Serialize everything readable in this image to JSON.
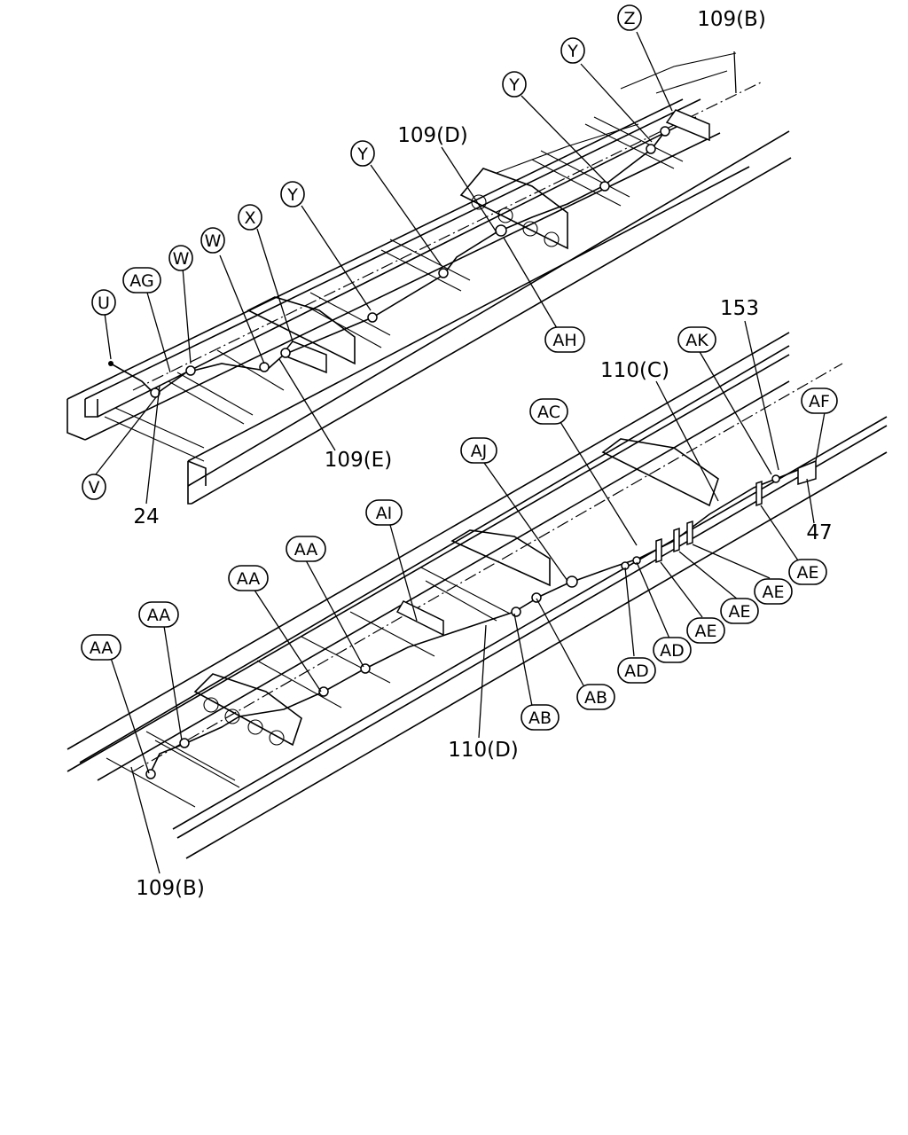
{
  "labels": {
    "z": "Z",
    "y1": "Y",
    "y2": "Y",
    "y3": "Y",
    "y4": "Y",
    "x": "X",
    "w1": "W",
    "w2": "W",
    "ag": "AG",
    "u": "U",
    "v": "V",
    "ah": "AH",
    "ak": "AK",
    "af": "AF",
    "ac": "AC",
    "aj": "AJ",
    "ai": "AI",
    "aa1": "AA",
    "aa2": "AA",
    "aa3": "AA",
    "aa4": "AA",
    "ab1": "AB",
    "ab2": "AB",
    "ad1": "AD",
    "ad2": "AD",
    "ae1": "AE",
    "ae2": "AE",
    "ae3": "AE",
    "ae4": "AE"
  },
  "part_numbers": {
    "p109b_top": "109(B)",
    "p109d": "109(D)",
    "p109e": "109(E)",
    "p24": "24",
    "p153": "153",
    "p110c": "110(C)",
    "p47": "47",
    "p110d": "110(D)",
    "p109b_bottom": "109(B)"
  }
}
